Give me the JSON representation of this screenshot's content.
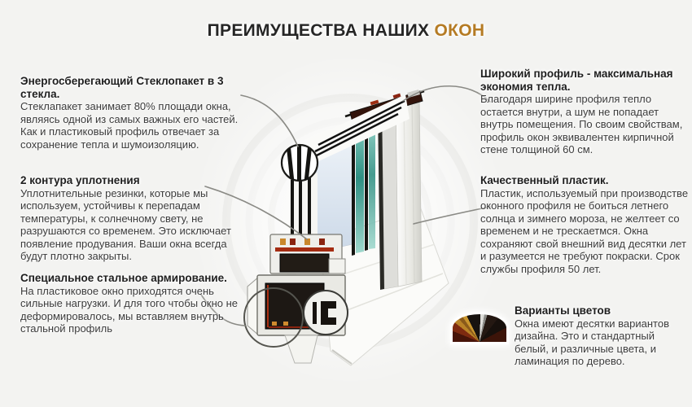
{
  "title": {
    "text_main": "ПРЕИМУЩЕСТВА НАШИХ",
    "text_accent": "ОКОН",
    "accent_color": "#b57b24"
  },
  "features_left": [
    {
      "heading": "Энергосберегающий Стеклопакет в 3 стекла.",
      "body": "Стеклапакет занимает 80% площади окна, являясь одной из самых важных его частей. Как и пластиковый профиль отвечает за сохранение тепла и шумоизоляцию."
    },
    {
      "heading": "2 контура уплотнения",
      "body": "Уплотнительные резинки, которые мы используем,  устойчивы к перепадам температуры, к солнечному свету, не разрушаются со временем. Это исключает появление продувания. Ваши окна всегда будут плотно закрыты."
    },
    {
      "heading": "Специальное стальное армирование.",
      "body": "На пластиковое окно приходятся очень сильные нагрузки. И для того чтобы окно не деформировалось, мы вставляем внутрь стальной профиль"
    }
  ],
  "features_right": [
    {
      "heading": "Широкий профиль - максимальная экономия тепла.",
      "body": "Благодаря ширине профиля тепло остается внутри, а шум не попадает внутрь помещения. По своим свойствам, профиль окон эквивалентен кирпичной стене толщиной 60 см."
    },
    {
      "heading": "Качественный пластик.",
      "body": "Пластик, используемый при производстве оконного профиля не боиться летнего солнца и зимнего мороза, не желтеет со временем и не трескаетмся. Окна сохраняют свой внешний вид десятки лет и разумеется не требуют покраски. Срок службы профиля 50 лет."
    },
    {
      "heading": "Варианты цветов",
      "body": "Окна имеют десятки вариантов дизайна. Это и стандартный белый, и различные цвета, и ламинация по дерево.",
      "icon": "color-fan-semicircle-icon"
    }
  ],
  "illustration": {
    "subject": "3D cutaway of PVC window corner with triple glazing, magnifier on glass panes, steel reinforcement highlighted",
    "glass_color": "#2e8f82",
    "gasket_color": "#a82e12",
    "steel_color": "#1c1814",
    "callout_line_color": "#8a8a85"
  },
  "colors": {
    "background": "#f3f3f1",
    "heading_text": "#1e1e1e",
    "body_text": "#3c3c3c"
  }
}
